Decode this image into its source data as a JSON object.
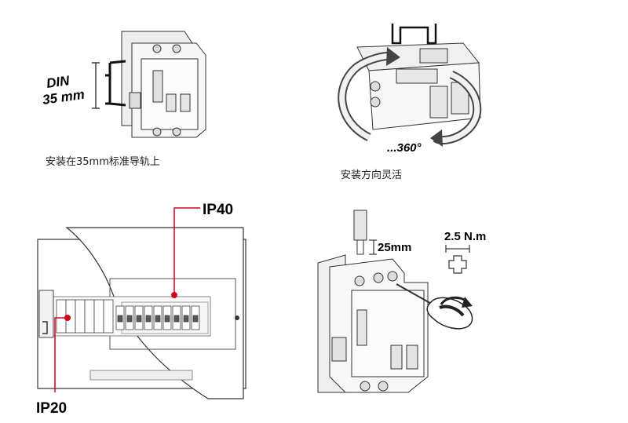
{
  "din_mount": {
    "label_line1": "DIN",
    "label_line2": "35 mm",
    "caption": "安装在35mm标准导轨上"
  },
  "rotation": {
    "angle_label": "...360°",
    "caption": "安装方向灵活"
  },
  "protection": {
    "top_label": "IP40",
    "bottom_label": "IP20"
  },
  "wiring": {
    "strip_length": "25mm",
    "torque": "2.5 N.m"
  },
  "colors": {
    "callout_red": "#d0021b",
    "line": "#333333",
    "light_fill": "#f2f2f2",
    "gray_fill": "#e3e3e3"
  }
}
